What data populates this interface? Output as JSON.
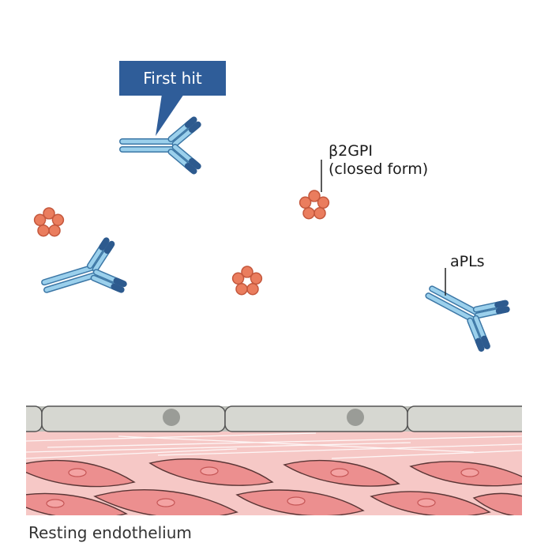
{
  "callout": {
    "text": "First hit"
  },
  "labels": {
    "b2gpi_line1": "β2GPI",
    "b2gpi_line2": "(closed form)",
    "apls": "aPLs"
  },
  "caption": "Resting endothelium",
  "colors": {
    "callout_bg": "#2f5d99",
    "antibody_light": "#8fc7e6",
    "antibody_dark": "#2d5a8e",
    "b2gpi": "#ea7d5e",
    "endothelial_cell": "#d4d5cf",
    "tissue": "#f7cdcc",
    "smooth_muscle": "#eb8c8c"
  }
}
